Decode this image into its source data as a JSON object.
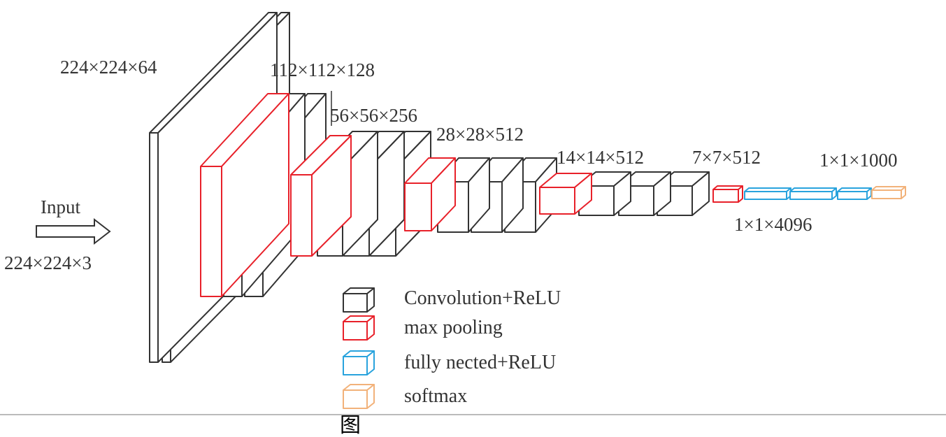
{
  "input": {
    "label": "Input",
    "size": "224×224×3"
  },
  "stage_labels": {
    "s1": "224×224×64",
    "s2": "112×112×128",
    "s3": "56×56×256",
    "s4": "28×28×512",
    "s5": "14×14×512",
    "s6": "7×7×512",
    "fc": "1×1×4096",
    "out": "1×1×1000"
  },
  "legend": [
    {
      "label": "Convolution+ReLU",
      "color": "#333333"
    },
    {
      "label": "max pooling",
      "color": "#e8212a"
    },
    {
      "label": "fully nected+ReLU",
      "color": "#29a3dd"
    },
    {
      "label": "softmax",
      "color": "#f2b27a"
    }
  ],
  "caption": "图"
}
